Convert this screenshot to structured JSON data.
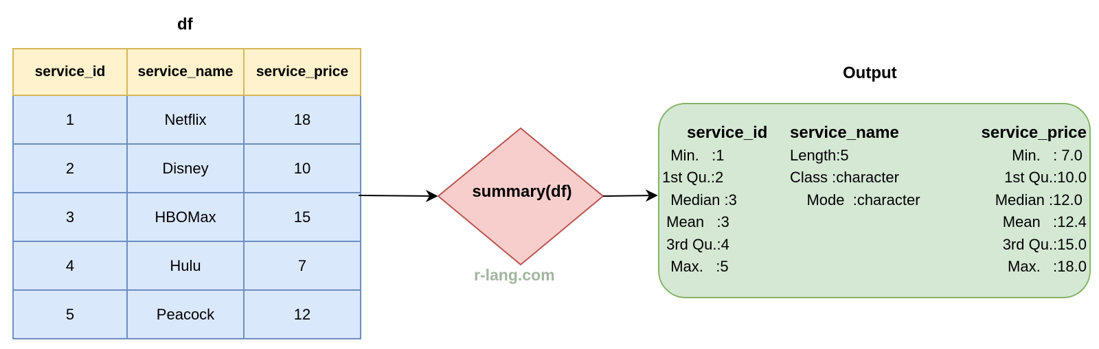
{
  "df_title": "df",
  "output_title": "Output",
  "table": {
    "columns": [
      "service_id",
      "service_name",
      "service_price"
    ],
    "rows": [
      [
        "1",
        "Netflix",
        "18"
      ],
      [
        "2",
        "Disney",
        "10"
      ],
      [
        "3",
        "HBOMax",
        "15"
      ],
      [
        "4",
        "Hulu",
        "7"
      ],
      [
        "5",
        "Peacock",
        "12"
      ]
    ]
  },
  "process": {
    "label": "summary(df)"
  },
  "watermark": "r-lang.com",
  "output": {
    "service_id": {
      "header": "service_id",
      "lines": [
        "  Min.   :1",
        "1st Qu.:2",
        "  Median :3",
        " Mean   :3",
        " 3rd Qu.:4",
        "  Max.   :5"
      ]
    },
    "service_name": {
      "header": "service_name",
      "lines": [
        "Length:5",
        "Class :character",
        "    Mode  :character"
      ]
    },
    "service_price": {
      "header": "service_price",
      "lines": [
        "Min.   : 7.0 ",
        "1st Qu.:10.0",
        "Median :12.0 ",
        "Mean   :12.4",
        "3rd Qu.:15.0",
        "Max.   :18.0"
      ]
    }
  },
  "colors": {
    "table_header": "#fff2cc",
    "table_cell": "#dae8fc",
    "diamond_fill": "#f8cecc",
    "diamond_stroke": "#b85450",
    "output_fill": "#d5e8d4",
    "output_stroke": "#82b366"
  }
}
